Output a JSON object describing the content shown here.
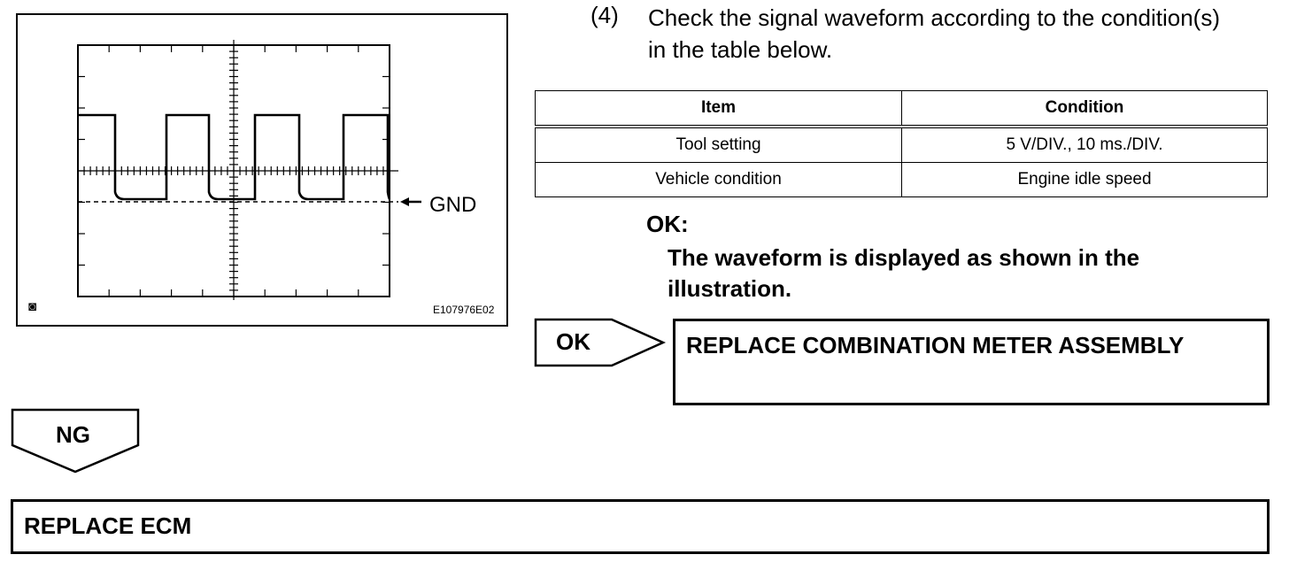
{
  "figure": {
    "gnd_label": "GND",
    "figure_id": "E107976E02",
    "logo": "◙"
  },
  "step": {
    "number": "(4)",
    "text": "Check the signal waveform according to the condition(s) in the table below."
  },
  "table": {
    "headers": [
      "Item",
      "Condition"
    ],
    "rows": [
      [
        "Tool setting",
        "5 V/DIV., 10 ms./DIV."
      ],
      [
        "Vehicle condition",
        "Engine idle speed"
      ]
    ]
  },
  "ok_spec": {
    "heading": "OK:",
    "text": "The waveform is displayed as shown in the illustration."
  },
  "ok_branch": {
    "label": "OK",
    "action": "REPLACE COMBINATION METER ASSEMBLY"
  },
  "ng_branch": {
    "label": "NG",
    "action": "REPLACE ECM"
  }
}
